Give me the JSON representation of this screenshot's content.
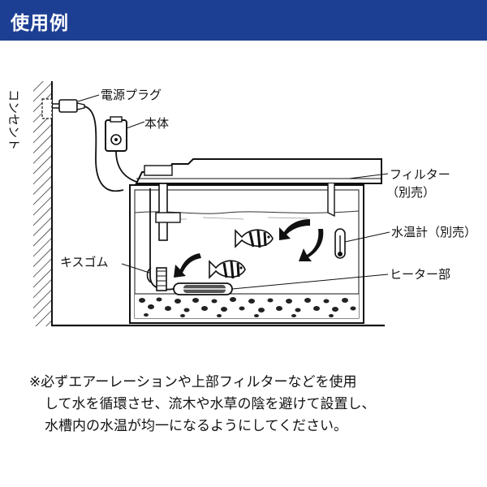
{
  "header": {
    "title": "使用例"
  },
  "labels": {
    "outlet": "コンセント",
    "plug": "電源プラグ",
    "body": "本体",
    "filter": "フィルター",
    "filter_note": "（別売）",
    "thermometer": "水温計（別売）",
    "suction_cup": "キスゴム",
    "heater": "ヒーター部"
  },
  "note": {
    "line1": "※必ずエアーレーションや上部フィルターなどを使用",
    "line2": "して水を循環させ、流木や水草の陰を避けて設置し、",
    "line3": "水槽内の水温が均一になるようにしてください。"
  },
  "colors": {
    "header_bg": "#1d3f93",
    "header_text": "#ffffff",
    "line": "#111111"
  }
}
